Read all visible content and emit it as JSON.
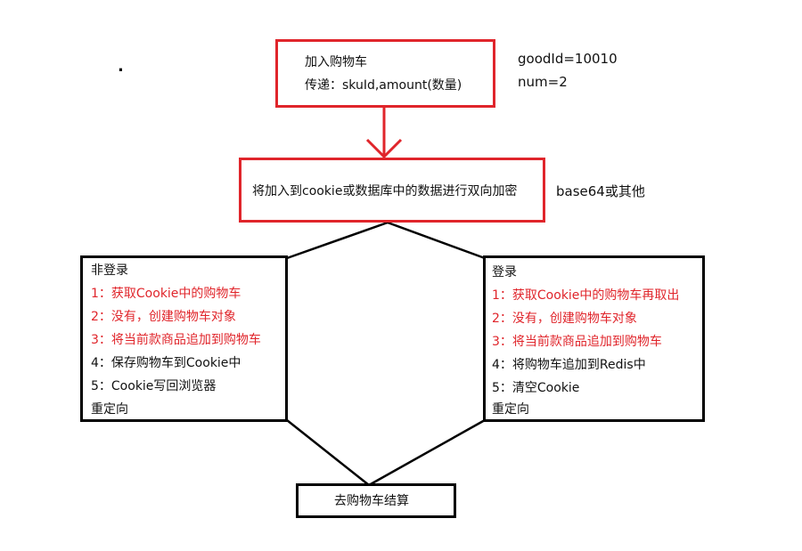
{
  "top_box": {
    "title": "加入购物车",
    "params": "传递：skuId,amount(数量)"
  },
  "side_note": {
    "line1": "goodId=10010",
    "line2": "num=2"
  },
  "dot": ".",
  "encrypt_box": {
    "text": "将加入到cookie或数据库中的数据进行双向加密",
    "note": "base64或其他"
  },
  "left_box": {
    "title": "非登录",
    "steps": [
      "1：获取Cookie中的购物车",
      "2：没有，创建购物车对象",
      "3：将当前款商品追加到购物车",
      "4：保存购物车到Cookie中",
      "5：Cookie写回浏览器"
    ],
    "footer": "重定向"
  },
  "right_box": {
    "title": "登录",
    "steps": [
      "1：获取Cookie中的购物车再取出",
      "2：没有，创建购物车对象",
      "3：将当前款商品追加到购物车",
      "4：将购物车追加到Redis中",
      "5：清空Cookie"
    ],
    "footer": "重定向"
  },
  "bottom_box": {
    "text": "去购物车结算"
  },
  "colors": {
    "highlight": "#e0252b",
    "outline": "#000000"
  }
}
